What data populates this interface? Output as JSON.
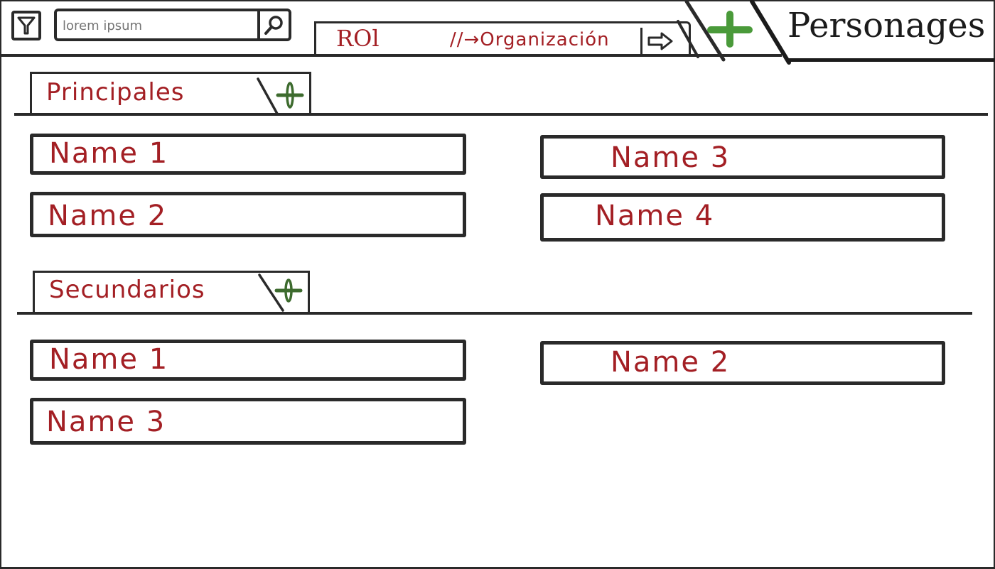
{
  "toolbar": {
    "filter_icon": "filter-icon",
    "search": {
      "value": "",
      "placeholder": "lorem ipsum",
      "icon": "search-icon"
    }
  },
  "tabs": {
    "rol": {
      "label": "ROl",
      "link_text": "//→Organización",
      "arrow_icon": "arrow-right-icon"
    },
    "add_icon": "plus-icon",
    "personages": {
      "label": "Personages"
    }
  },
  "sections": [
    {
      "title": "Principales",
      "add_icon": "plus-icon",
      "items": [
        {
          "label": "Name 1"
        },
        {
          "label": "Name 2"
        },
        {
          "label": "Name 3"
        },
        {
          "label": "Name 4"
        }
      ]
    },
    {
      "title": "Secundarios",
      "add_icon": "plus-icon",
      "items": [
        {
          "label": "Name 1"
        },
        {
          "label": "Name 3"
        },
        {
          "label": "Name 2"
        }
      ]
    }
  ],
  "colors": {
    "ink": "#2a2a2a",
    "label_red": "#a31f24",
    "plus_green": "#4a9a3a",
    "plus_dark_green": "#3d6b2e",
    "placeholder_gray": "#b0b0b0"
  }
}
